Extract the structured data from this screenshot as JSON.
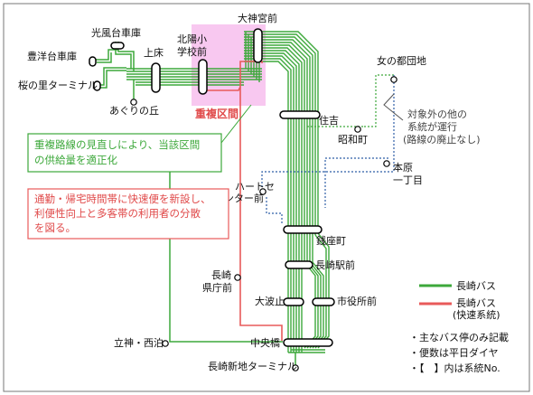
{
  "colors": {
    "green": "#3da83b",
    "red": "#e85a5a",
    "blue": "#2f5fa7",
    "pink": "#f7c6ef",
    "frame": "#777777"
  },
  "stops": {
    "daijingu": "大神宮前",
    "kitayo1": "北陽小",
    "kitayo2": "学校前",
    "kamitoko": "上床",
    "kofudai": "光風台車庫",
    "toyodai": "豊洋台車庫",
    "sakuranosato": "桜の里ターミナル",
    "aguri": "あぐりの丘",
    "sumiyoshi": "住吉",
    "showa": "昭和町",
    "onnanoto": "女の都団地",
    "motohara1": "本原",
    "motohara2": "一丁目",
    "heart1": "ハートセ",
    "heart2": "ンター前",
    "zenza": "銭座町",
    "nagasakieki": "長崎駅前",
    "kencho1": "長崎",
    "kencho2": "県庁前",
    "ohato": "大波止",
    "shiyakusho": "市役所前",
    "chuobashi": "中央橋",
    "shinchi": "長崎新地ターミナル",
    "tateshin": "立神・西泊"
  },
  "annotations": {
    "overlap_label": "重複区間",
    "green_box_line1": "重複路線の見直しにより、当該区間",
    "green_box_line2": "の供給量を適正化",
    "red_box_line1": "通勤・帰宅時間帯に快速便を新設し、",
    "red_box_line2": "利便性向上と多客帯の利用者の分散",
    "red_box_line3": "を図る。",
    "other_line1": "対象外の他の",
    "other_line2": "系統が運行",
    "other_line3": "(路線の廃止なし)"
  },
  "legend": {
    "green_label": "長崎バス",
    "red_label1": "長崎バス",
    "red_label2": "(快速系統)"
  },
  "notes": {
    "n1": "・主なバス停のみ記載",
    "n2": "・便数は平日ダイヤ",
    "n3": "・【　】内は系統No."
  }
}
